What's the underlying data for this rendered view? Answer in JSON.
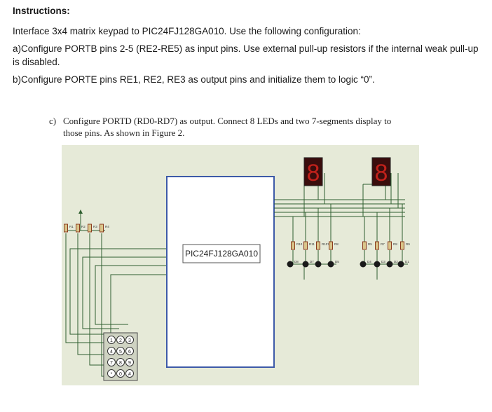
{
  "instructions": {
    "heading": "Instructions:",
    "intro": "Interface 3x4 matrix keypad to PIC24FJ128GA010. Use the following configuration:",
    "item_a": "a)Configure PORTB pins 2-5 (RE2-RE5) as input pins. Use external pull-up resistors if the internal weak pull-up is disabled.",
    "item_b": "b)Configure PORTE pins RE1, RE2, RE3 as output pins and initialize them to logic “0”."
  },
  "item_c": {
    "label": "c)",
    "line1": "Configure PORTD (RD0-RD7) as output. Connect 8 LEDs and two 7-segments display to",
    "line2": "those pins. As shown in Figure 2."
  },
  "figure": {
    "chip_label": "PIC24FJ128GA010",
    "seg_digit": "8",
    "keypad_keys": [
      "1",
      "2",
      "3",
      "4",
      "5",
      "6",
      "7",
      "8",
      "9",
      "*",
      "0",
      "#"
    ],
    "res_labels_left": [
      "R1",
      "R2",
      "R3",
      "R4"
    ],
    "res_labels_right1": [
      "R10",
      "R11",
      "R107",
      "R8"
    ],
    "res_labels_right2": [
      "R5",
      "R7",
      "R8",
      "R9"
    ],
    "led_labels_1": [
      "D8",
      "D7",
      "D5"
    ],
    "led_labels_2": [
      "D4",
      "D3",
      "D2",
      "D1"
    ],
    "colors": {
      "background": "#e6ead8",
      "wire": "#2f5f2f",
      "seg_red": "#c0211b",
      "seg_body": "#3a0d0d"
    }
  }
}
